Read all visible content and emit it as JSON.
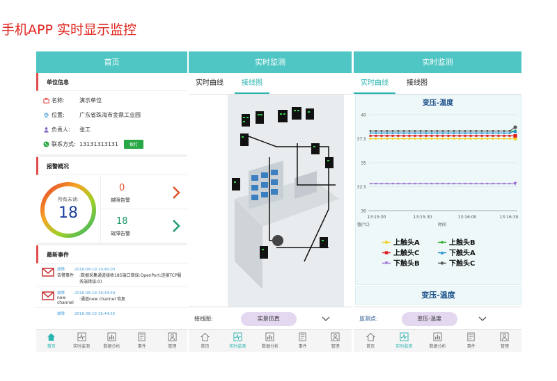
{
  "page_title": "手机APP 实时显示监控",
  "screen1": {
    "header": "首页",
    "unit_section": "单位信息",
    "fields": [
      {
        "label": "名称:",
        "value": "演示单位"
      },
      {
        "label": "位置:",
        "value": "广东省珠海市金鼎工业园"
      },
      {
        "label": "负责人:",
        "value": "张工"
      },
      {
        "label": "联系方式:",
        "value": "13131313131"
      }
    ],
    "call_button": "拨打",
    "alarm_section": "报警概况",
    "gauge_label": "所有未读:",
    "gauge_value": "18",
    "overlimit_count": "0",
    "overlimit_label": "越限告警",
    "fault_count": "18",
    "fault_label": "故障告警",
    "events_section": "最新事件",
    "events": [
      {
        "tag": "故障",
        "time": "2016-08-19 19:45:03",
        "name": "告警事件",
        "text": ":数据采集通道接收185端口错误:OpenPort:连接TCP服务端错误:0)"
      },
      {
        "tag": "故障",
        "time": "2016-08-19 19:44:59",
        "name": "new channel",
        "text": ":通道new channel 恢复"
      },
      {
        "tag": "故障",
        "time": "2016-08-19 19:44:55",
        "name": "",
        "text": ""
      }
    ]
  },
  "screen2": {
    "header": "实时监测",
    "tab_curve": "实时曲线",
    "tab_wiring": "接线图",
    "bottom_label": "接线图:",
    "bottom_pill": "实景仿真"
  },
  "screen3": {
    "header": "实时监测",
    "tab_curve": "实时曲线",
    "tab_wiring": "接线图",
    "section2_title": "变压-温度",
    "bottom_label": "监测点:",
    "bottom_pill": "变压-温度"
  },
  "nav_labels": [
    "首页",
    "实时监测",
    "数据分析",
    "事件",
    "管理"
  ],
  "colors": {
    "teal": "#4fc6c3",
    "accent": "#2ab4b0",
    "title_red": "#e0201a"
  },
  "chart_data": {
    "type": "line",
    "title": "变压-温度",
    "ylabel": "值(°C)",
    "xlabel": "时间",
    "ylim": [
      30,
      40
    ],
    "yticks": [
      "40",
      "37.5",
      "35",
      "32.5",
      "30"
    ],
    "x": [
      "13:15:00",
      "13:15:30",
      "13:16:00",
      "13:16:30"
    ],
    "grid": true,
    "legend_position": "bottom",
    "series": [
      {
        "name": "上触头A",
        "color": "#f0d020",
        "marker": "circle",
        "values": [
          37.5,
          37.5,
          37.5,
          37.5,
          37.5,
          37.5,
          37.5,
          37.5,
          37.5,
          37.5,
          37.5,
          37.5,
          37.5,
          37.5,
          37.5,
          37.5,
          37.5,
          37.5,
          37.5,
          37.5,
          37.5,
          37.5,
          37.5,
          37.5,
          37.5,
          37.5,
          37.5
        ]
      },
      {
        "name": "上触头B",
        "color": "#22aa22",
        "marker": "diamond",
        "values": [
          38.3,
          38.3,
          38.3,
          38.3,
          38.3,
          38.3,
          38.3,
          38.3,
          38.3,
          38.3,
          38.3,
          38.3,
          38.3,
          38.3,
          38.3,
          38.3,
          38.3,
          38.3,
          38.3,
          38.3,
          38.3,
          38.3,
          38.3,
          38.3,
          38.3,
          38.3,
          38.3
        ]
      },
      {
        "name": "上触头C",
        "color": "#e02020",
        "marker": "square",
        "values": [
          37.8,
          37.8,
          37.8,
          37.8,
          37.8,
          37.8,
          37.8,
          37.8,
          37.8,
          37.8,
          37.8,
          37.8,
          37.8,
          37.8,
          37.8,
          37.8,
          37.8,
          37.8,
          37.8,
          37.8,
          37.8,
          37.8,
          37.8,
          37.8,
          37.8,
          37.8,
          37.8
        ]
      },
      {
        "name": "下触头A",
        "color": "#1f8fcf",
        "marker": "triangle",
        "values": [
          38.1,
          38.1,
          38.1,
          38.1,
          38.1,
          38.1,
          38.1,
          38.1,
          38.1,
          38.1,
          38.1,
          38.1,
          38.1,
          38.1,
          38.1,
          38.1,
          38.1,
          38.1,
          38.1,
          38.1,
          38.1,
          38.1,
          38.1,
          38.1,
          38.1,
          38.1,
          38.3
        ]
      },
      {
        "name": "下触头B",
        "color": "#9b6fd0",
        "marker": "triangle-down",
        "values": [
          32.8,
          32.8,
          32.8,
          32.8,
          32.8,
          32.8,
          32.8,
          32.8,
          32.8,
          32.8,
          32.8,
          32.8,
          32.8,
          32.8,
          32.8,
          32.8,
          32.8,
          32.8,
          32.8,
          32.8,
          32.8,
          32.8,
          32.8,
          32.8,
          32.8,
          32.8,
          32.8
        ]
      },
      {
        "name": "下触头C",
        "color": "#555555",
        "marker": "circle",
        "values": [
          38.3,
          38.3,
          38.3,
          38.3,
          38.3,
          38.3,
          38.3,
          38.3,
          38.3,
          38.3,
          38.3,
          38.3,
          38.3,
          38.3,
          38.3,
          38.3,
          38.3,
          38.3,
          38.3,
          38.3,
          38.3,
          38.3,
          38.3,
          38.3,
          38.3,
          38.3,
          38.7
        ]
      }
    ]
  }
}
